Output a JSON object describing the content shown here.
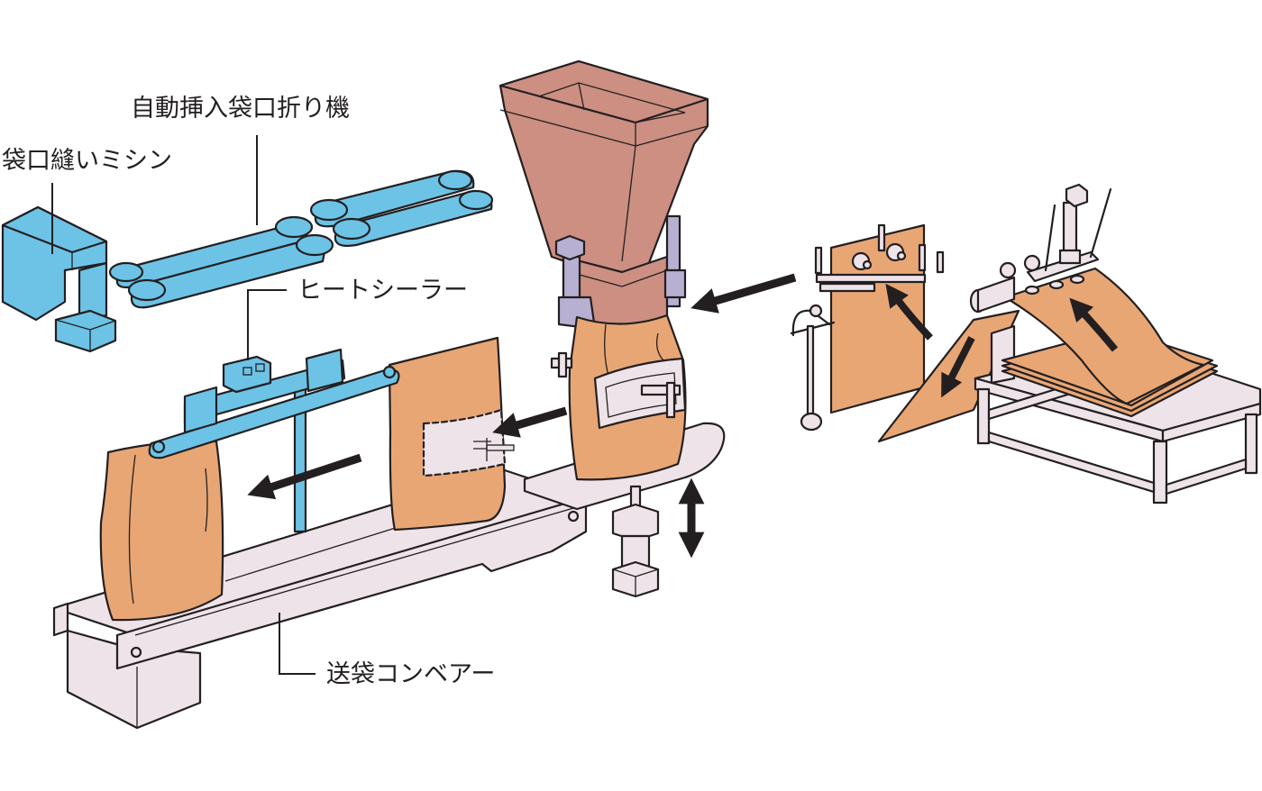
{
  "diagram": {
    "title": "",
    "labels": {
      "auto_folder": "自動挿入袋口折り機",
      "sewing_machine": "袋口縫いミシン",
      "heat_sealer": "ヒートシーラー",
      "conveyor": "送袋コンベアー"
    },
    "components": [
      {
        "id": "sewing_machine",
        "label_key": "auto_folder"
      },
      {
        "id": "hopper"
      },
      {
        "id": "bag_clamp"
      },
      {
        "id": "lift_cylinder"
      },
      {
        "id": "bag_feeder"
      },
      {
        "id": "bag_stack_table"
      }
    ],
    "colors": {
      "machine_blue": "#6cc3e6",
      "hopper": "#cc8f82",
      "bag_kraft": "#e8a674",
      "frame": "#ede3e8",
      "clamp_lilac": "#b7b0d3",
      "outline": "#231f20",
      "arrow": "#231f20"
    },
    "flow_arrows": [
      {
        "name": "feeder-to-filler",
        "direction": "left"
      },
      {
        "name": "filler-to-sealer",
        "direction": "left"
      },
      {
        "name": "sealer-to-sewing",
        "direction": "left"
      },
      {
        "name": "lift-updown",
        "direction": "up-down"
      },
      {
        "name": "pickup-from-stack",
        "direction": "up-left"
      },
      {
        "name": "flip-down",
        "direction": "down-left"
      },
      {
        "name": "feeder-up",
        "direction": "up-left"
      }
    ]
  }
}
